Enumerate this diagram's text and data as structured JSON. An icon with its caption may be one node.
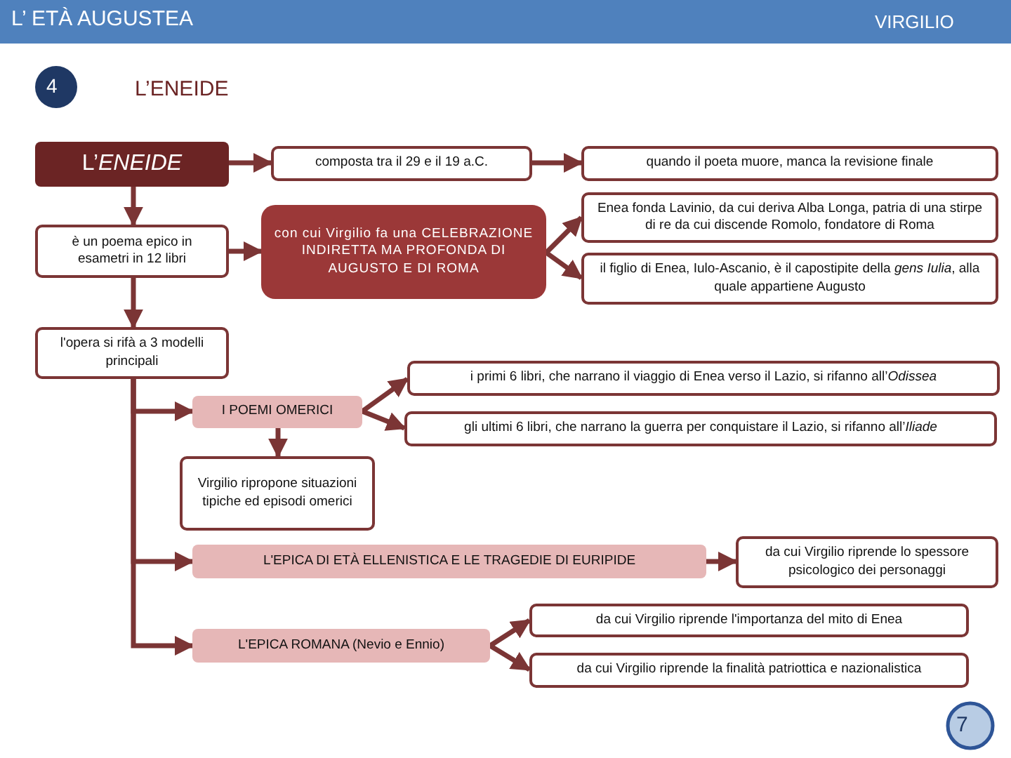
{
  "diagram": {
    "nodes": [
      {
        "text": [
          "L’*ENEIDE*"
        ]
      },
      {
        "text": [
          "composta tra il 29 e il 19 a.C."
        ]
      },
      {
        "text": [
          "quando il poeta muore, manca la revisione finale"
        ]
      },
      {
        "text": [
          "è un poema epico in esametri in 12 libri"
        ]
      },
      {
        "text": [
          "con cui Virgilio fa una CELEBRAZIONE INDIRETTA MA PROFONDA DI AUGUSTO E DI ROMA"
        ]
      },
      {
        "text": [
          "Enea fonda Lavinio, da cui deriva Alba Longa, patria di una stirpe di re da cui discende Romolo, fondatore di Roma"
        ]
      },
      {
        "text": [
          "il figlio di Enea, Iulo-Ascanio, è il capostipite della *gens Iulia*, alla quale appartiene Augusto"
        ]
      },
      {
        "text": [
          "l'opera si rifà a 3 modelli principali"
        ]
      },
      {
        "text": [
          "i primi 6 libri, che narrano il viaggio di Enea verso il Lazio, si rifanno all’*Odissea*"
        ]
      },
      {
        "text": [
          "I POEMI OMERICI"
        ]
      },
      {
        "text": [
          "gli ultimi 6 libri, che narrano la guerra per conquistare il Lazio, si rifanno all’*Iliade*"
        ]
      },
      {
        "text": [
          "Virgilio ripropone situazioni tipiche ed episodi omerici"
        ]
      },
      {
        "text": [
          "L'EPICA DI ETÀ ELLENISTICA E LE TRAGEDIE DI EURIPIDE"
        ]
      },
      {
        "text": [
          "da cui Virgilio riprende lo spessore psicologico dei personaggi"
        ]
      },
      {
        "text": [
          "da cui Virgilio riprende l'importanza del mito di Enea"
        ]
      },
      {
        "text": [
          "L'EPICA ROMANA (Nevio e Ennio)"
        ]
      },
      {
        "text": [
          "da cui Virgilio riprende la finalità patriottica e nazionalistica"
        ]
      }
    ],
    "edges": [
      {
        "from": 0,
        "to": 1,
        "arrow": "to"
      },
      {
        "from": 1,
        "to": 2,
        "arrow": "to"
      },
      {
        "from": 0,
        "to": 3,
        "arrow": "to"
      },
      {
        "from": 3,
        "to": 4,
        "arrow": "to"
      },
      {
        "from": 4,
        "to": 5,
        "arrow": "to"
      },
      {
        "from": 4,
        "to": 6,
        "arrow": "to"
      },
      {
        "from": 3,
        "to": 7,
        "arrow": "to"
      },
      {
        "from": 7,
        "to": 9,
        "arrow": "to"
      },
      {
        "from": 7,
        "to": 12,
        "arrow": "to"
      },
      {
        "from": 7,
        "to": 15,
        "arrow": "to"
      },
      {
        "from": 9,
        "to": 8,
        "arrow": "to"
      },
      {
        "from": 9,
        "to": 10,
        "arrow": "to"
      },
      {
        "from": 9,
        "to": 11,
        "arrow": "to"
      },
      {
        "from": 12,
        "to": 13,
        "arrow": "to"
      },
      {
        "from": 15,
        "to": 14,
        "arrow": "to"
      },
      {
        "from": 15,
        "to": 16,
        "arrow": "to"
      }
    ],
    "labels": [
      "L’ ETÀ AUGUSTEA",
      "VIRGILIO",
      "4",
      "L’ENEIDE",
      "7"
    ]
  }
}
